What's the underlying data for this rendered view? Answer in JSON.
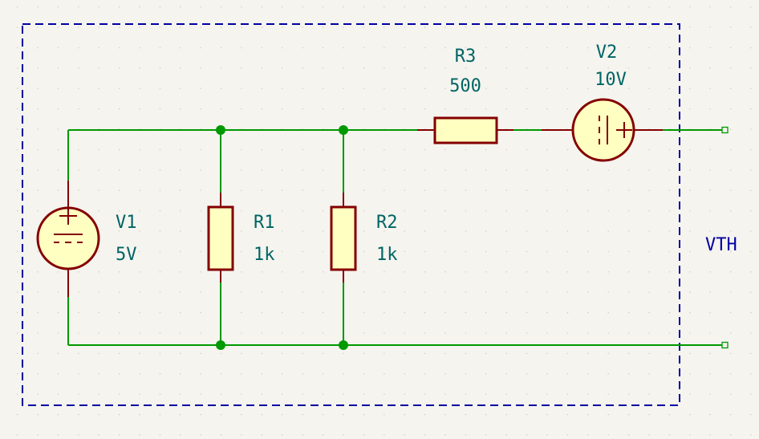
{
  "schematic": {
    "boundary_label": "VTH",
    "components": [
      {
        "ref": "V1",
        "value": "5V",
        "kind": "dc-voltage-source"
      },
      {
        "ref": "R1",
        "value": "1k",
        "kind": "resistor"
      },
      {
        "ref": "R2",
        "value": "1k",
        "kind": "resistor"
      },
      {
        "ref": "R3",
        "value": "500",
        "kind": "resistor"
      },
      {
        "ref": "V2",
        "value": "10V",
        "kind": "dc-voltage-source"
      }
    ],
    "colors": {
      "wire": "#009900",
      "component_outline": "#840000",
      "component_fill": "#ffffc2",
      "label_text": "#006464",
      "boundary": "#0000a0",
      "background": "#f5f4ef"
    }
  }
}
